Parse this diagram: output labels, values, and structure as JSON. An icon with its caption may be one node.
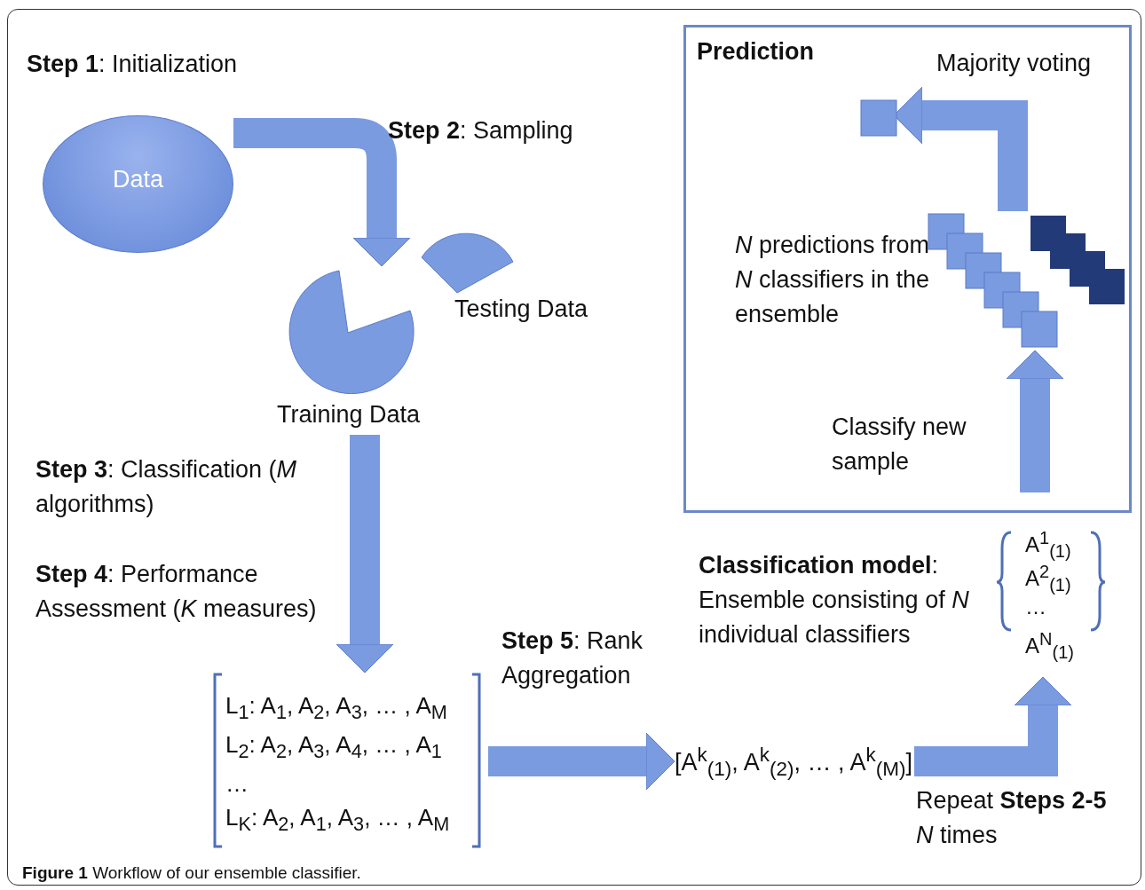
{
  "diagram": {
    "caption": "**Figure 1** Workflow of our ensemble classifier.",
    "nodes": [
      {
        "text": [
          "Data"
        ],
        "beside": [
          "**Step 1**: Initialization"
        ]
      },
      {
        "text": [
          "Testing Data"
        ]
      },
      {
        "text": [
          "Training Data"
        ]
      },
      {
        "text": [
          "L$_{1}$: A$_{1}$, A$_{2}$, A$_{3}$, … , A$_{M}$",
          "L$_{2}$: A$_{2}$, A$_{3}$, A$_{4}$, … , A$_{1}$",
          "…",
          "L$_{K}$: A$_{2}$, A$_{1}$, A$_{3}$, … , A$_{M}$"
        ]
      },
      {
        "text": [
          "[A$^{k}$$_{(1)}$, A$^{k}$$_{(2)}$, … , A$^{k}$$_{(M)}$]"
        ]
      },
      {
        "text": [
          "A$^{1}$$_{(1)}$",
          "A$^{2}$$_{(1)}$",
          "…",
          "A$^{N}$$_{(1)}$"
        ],
        "beside": [
          "**Classification model**: Ensemble consisting of *N* individual classifiers"
        ]
      },
      {
        "text": [
          "Prediction"
        ]
      },
      {
        "text": [],
        "shape": "box",
        "in": 6
      },
      {
        "text": [
          "*N* predictions from *N* classifiers in the ensemble"
        ],
        "in": 6
      },
      {
        "text": [],
        "shape": "box",
        "in": 6
      }
    ],
    "edges": [
      {
        "from": 0,
        "to": 2,
        "arrow": "to",
        "label": "**Step 2**: Sampling"
      },
      {
        "from": 2,
        "to": 3,
        "arrow": "to",
        "label": "**Step 3**: Classification (*M* algorithms)"
      },
      {
        "from": 3,
        "to": 4,
        "arrow": "to",
        "label": "**Step 5**: Rank Aggregation"
      },
      {
        "from": 4,
        "to": 5,
        "arrow": "to",
        "label": "Repeat **Steps 2-5** *N* times"
      },
      {
        "from": 8,
        "to": 7,
        "arrow": "to",
        "label": "Majority voting"
      },
      {
        "from": null,
        "to": 8,
        "arrow": "to",
        "label": "Classify new sample"
      }
    ],
    "labels": [
      "**Step 4**: Performance Assessment (*K* measures)"
    ]
  }
}
